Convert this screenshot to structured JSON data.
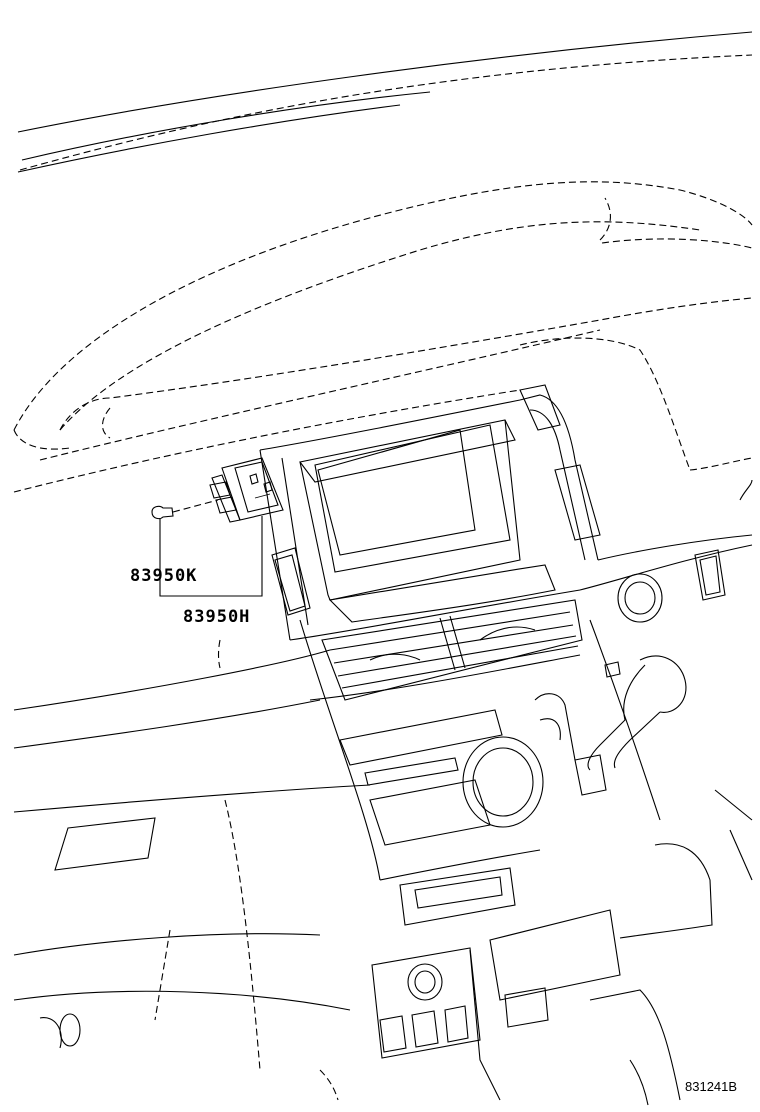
{
  "diagram": {
    "parts": [
      {
        "id": "part-83950k",
        "number": "83950K"
      },
      {
        "id": "part-83950h",
        "number": "83950H"
      }
    ],
    "figure_code": "831241B",
    "line_color": "#000000",
    "background_color": "#ffffff"
  }
}
